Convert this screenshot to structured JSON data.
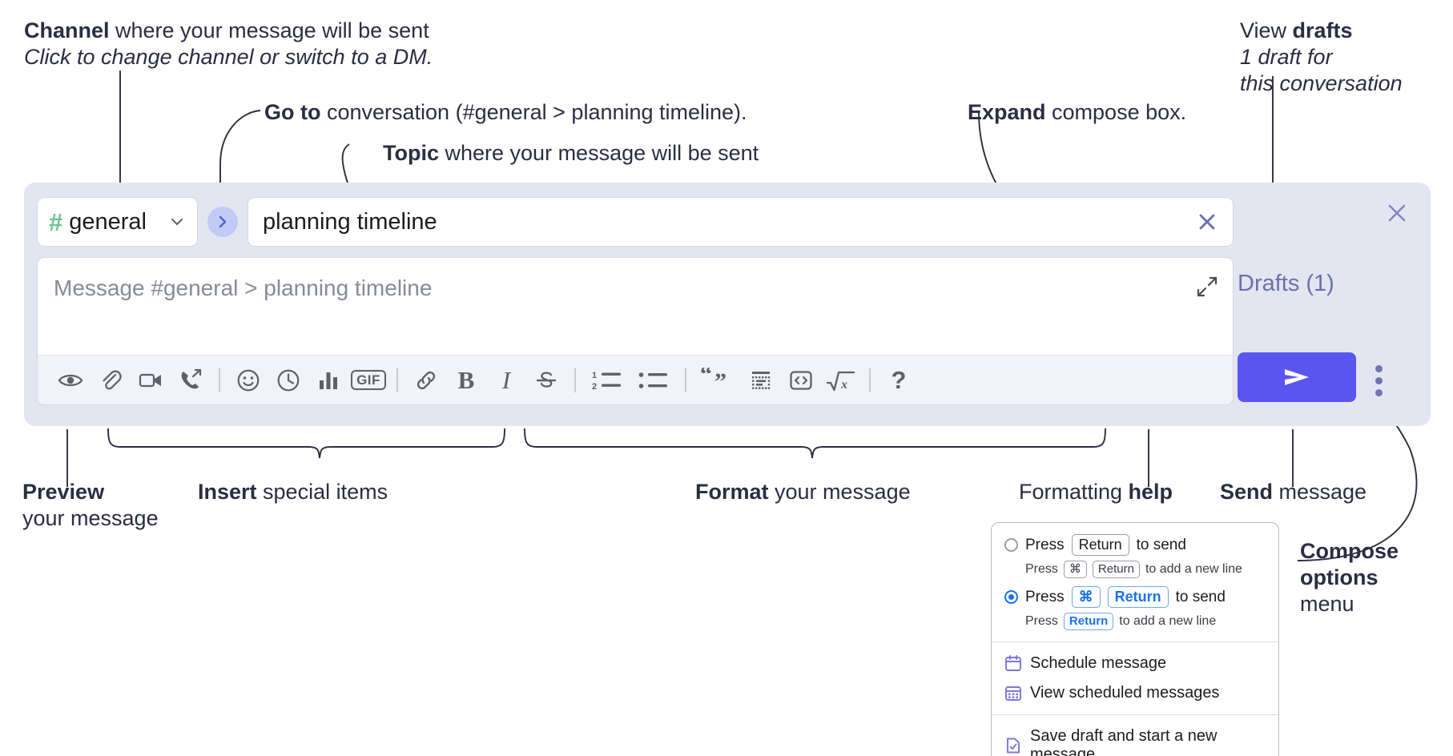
{
  "annotations": {
    "channel": {
      "bold": "Channel",
      "rest": " where your message will be sent",
      "italic": "Click to change channel or switch to a DM."
    },
    "goto": {
      "bold": "Go to",
      "rest": " conversation (#general > planning timeline)."
    },
    "topic": {
      "bold": "Topic",
      "rest": " where your message will be sent"
    },
    "expand": {
      "bold": "Expand",
      "rest": " compose box."
    },
    "drafts": {
      "pre": "View ",
      "bold": "drafts",
      "italic1": "1 draft for",
      "italic2": "this conversation"
    },
    "preview": {
      "bold": "Preview",
      "line2": "your message"
    },
    "insert": {
      "bold": "Insert",
      "rest": " special items"
    },
    "format": {
      "bold": "Format",
      "rest": " your message"
    },
    "formatting_help": {
      "pre": "Formatting ",
      "bold": "help"
    },
    "send": {
      "bold": "Send",
      "rest": " message"
    },
    "compose_options": {
      "bold1": "Compose",
      "bold2": "options",
      "rest": "menu"
    }
  },
  "compose": {
    "channel_name": "general",
    "channel_hash": "#",
    "topic_value": "planning timeline",
    "message_placeholder": "Message #general > planning timeline",
    "drafts_label": "Drafts (1)",
    "toolbar": [
      {
        "name": "preview-icon",
        "label": "Preview"
      },
      {
        "name": "attachment-icon",
        "label": "Attach file"
      },
      {
        "name": "video-icon",
        "label": "Video clip"
      },
      {
        "name": "call-icon",
        "label": "Call"
      },
      {
        "name": "separator-1",
        "label": ""
      },
      {
        "name": "emoji-icon",
        "label": "Emoji"
      },
      {
        "name": "clock-icon",
        "label": "Reminder"
      },
      {
        "name": "poll-icon",
        "label": "Poll"
      },
      {
        "name": "gif-icon",
        "label": "GIF"
      },
      {
        "name": "separator-2",
        "label": ""
      },
      {
        "name": "link-icon",
        "label": "Link"
      },
      {
        "name": "bold-icon",
        "label": "B"
      },
      {
        "name": "italic-icon",
        "label": "I"
      },
      {
        "name": "strikethrough-icon",
        "label": "S"
      },
      {
        "name": "separator-3",
        "label": ""
      },
      {
        "name": "ordered-list-icon",
        "label": "Ordered list"
      },
      {
        "name": "bulleted-list-icon",
        "label": "Bulleted list"
      },
      {
        "name": "separator-4",
        "label": ""
      },
      {
        "name": "blockquote-icon",
        "label": "Blockquote"
      },
      {
        "name": "code-block-icon",
        "label": "Code block"
      },
      {
        "name": "inline-code-icon",
        "label": "Code"
      },
      {
        "name": "latex-icon",
        "label": "LaTeX"
      },
      {
        "name": "separator-5",
        "label": ""
      },
      {
        "name": "help-icon",
        "label": "?"
      }
    ]
  },
  "options_menu": {
    "option1": {
      "pre": "Press",
      "key": "Return",
      "post": "to send",
      "selected": false,
      "sub_pre": "Press",
      "sub_key1": "⌘",
      "sub_key2": "Return",
      "sub_post": "to add a new line"
    },
    "option2": {
      "pre": "Press",
      "key1": "⌘",
      "key2": "Return",
      "post": "to send",
      "selected": true,
      "sub_pre": "Press",
      "sub_key": "Return",
      "sub_post": "to add a new line"
    },
    "items": [
      {
        "icon": "calendar-schedule-icon",
        "label": "Schedule message"
      },
      {
        "icon": "calendar-grid-icon",
        "label": "View scheduled messages"
      },
      {
        "icon": "save-draft-icon",
        "label": "Save draft and start a new message"
      }
    ]
  },
  "colors": {
    "panel_bg": "#e3e5f1",
    "send_button": "#5a55f0",
    "accent_purple": "#6b70ad",
    "channel_green": "#6cc38f",
    "goto_blue": "#c2caf5",
    "text_dark": "#2b2d42"
  }
}
